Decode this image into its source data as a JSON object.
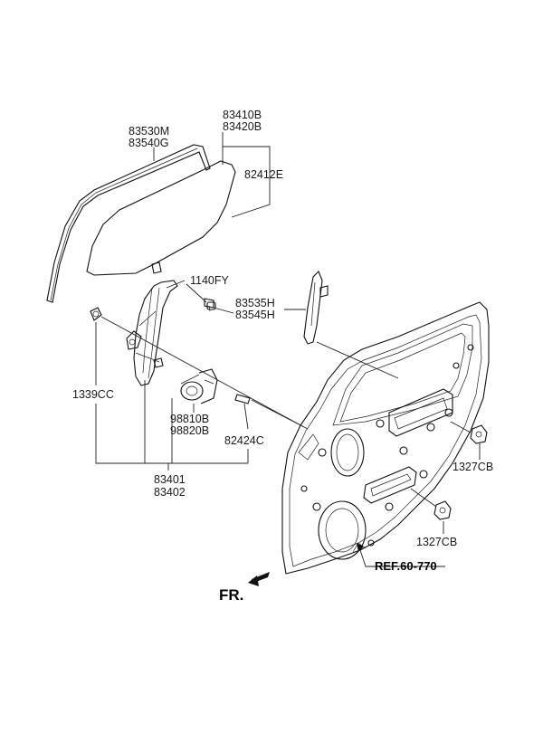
{
  "labels": {
    "run_seal": [
      "83530M",
      "83540G"
    ],
    "glass": [
      "83410B",
      "83420B"
    ],
    "glass_sub": "82412E",
    "bolt": "1140FY",
    "channel": [
      "83535H",
      "83545H"
    ],
    "grommet": "1339CC",
    "motor": [
      "98810B",
      "98820B"
    ],
    "stud": "82424C",
    "regulator": [
      "83401",
      "83402"
    ],
    "nut_upper": "1327CB",
    "nut_lower": "1327CB",
    "ref": "REF.60-770",
    "front": "FR."
  }
}
